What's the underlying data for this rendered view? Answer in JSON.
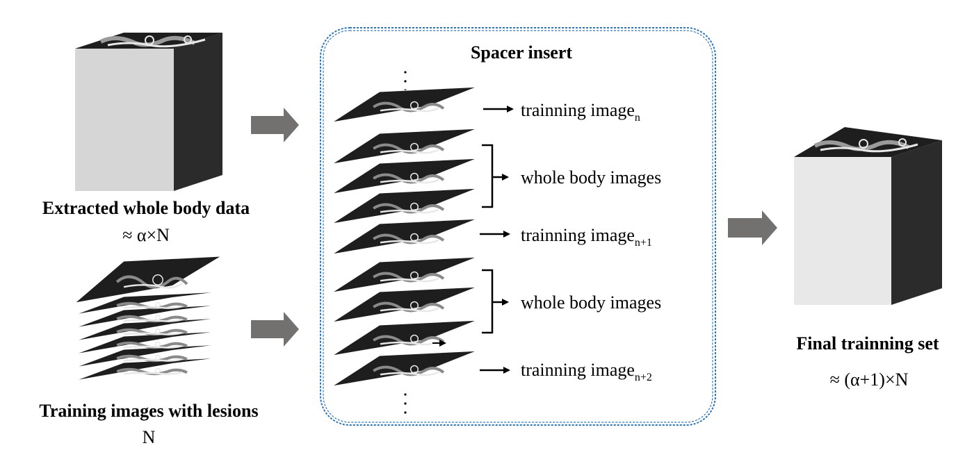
{
  "left": {
    "extracted": {
      "title": "Extracted whole body data",
      "formula": "≈ α×N"
    },
    "training": {
      "title": "Training images with lesions",
      "formula": "N"
    }
  },
  "center": {
    "title": "Spacer insert",
    "rows": [
      {
        "label": "trainning image",
        "sub": "n"
      },
      {
        "label": "whole body images",
        "sub": ""
      },
      {
        "label": "trainning image",
        "sub": "n+1"
      },
      {
        "label": "whole body images",
        "sub": ""
      },
      {
        "label": "trainning image",
        "sub": "n+2"
      }
    ]
  },
  "right": {
    "title": "Final trainning set",
    "formula": "≈ (α+1)×N"
  },
  "colors": {
    "slice_dark": "#1e1e1e",
    "slice_mid": "#8a8a8a",
    "slice_light": "#e8e8e8",
    "block_front": "#d6d6d6",
    "block_side": "#2b2b2b",
    "arrow_gray": "#737070",
    "dashed_border": "#2e75b6"
  }
}
